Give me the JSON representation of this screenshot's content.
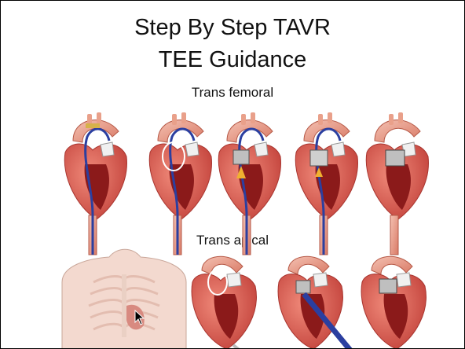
{
  "slide": {
    "title_line1": "Step By Step TAVR",
    "title_line2": "TEE Guidance",
    "section1_label": "Trans femoral",
    "section2_label": "Trans apical"
  },
  "icons": [
    "mouse-cursor-icon"
  ],
  "colors": {
    "heart_muscle": "#d9534f",
    "heart_chamber": "#8b1a1a",
    "aorta": "#e9a08a",
    "catheter": "#2b3fa0",
    "valve": "#bfbfbf",
    "skin": "#f3d9cf"
  }
}
